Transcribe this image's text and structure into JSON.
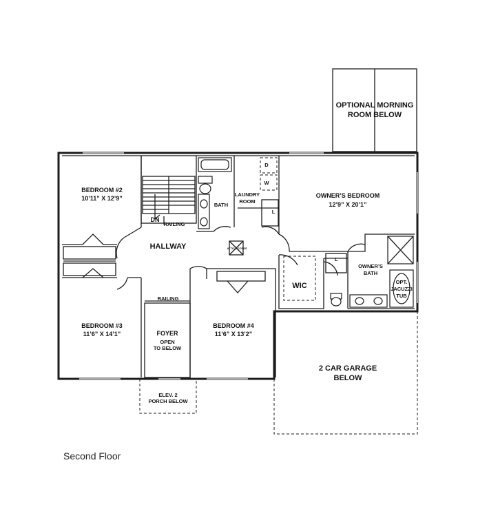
{
  "floor_title": "Second Floor",
  "rooms": {
    "bedroom2": {
      "name": "BEDROOM #2",
      "size": "10’11” X 12’9”"
    },
    "bedroom3": {
      "name": "BEDROOM #3",
      "size": "11’6” X 14’1”"
    },
    "bedroom4": {
      "name": "BEDROOM #4",
      "size": "11’6” X 13’2”"
    },
    "owners_bedroom": {
      "name": "OWNER’S BEDROOM",
      "size": "12’9” X 20’1”"
    },
    "hallway": "HALLWAY",
    "bath": "BATH",
    "laundry": [
      "LAUNDRY",
      "ROOM"
    ],
    "foyer": {
      "name": "FOYER",
      "note": [
        "OPEN",
        "TO BELOW"
      ]
    },
    "wic": "WIC",
    "owners_bath": [
      "OWNER’S",
      "BATH"
    ],
    "morning_room": [
      "OPTIONAL MORNING",
      "ROOM BELOW"
    ],
    "garage": [
      "2 CAR GARAGE",
      "BELOW"
    ],
    "porch": [
      "ELEV. 2",
      "PORCH BELOW"
    ],
    "jacuzzi": [
      "OPT.",
      "JACUZZI",
      "TUB"
    ]
  },
  "labels": {
    "dn": "DN",
    "railing_stair": "RAILING",
    "railing_foyer": "RAILING",
    "washer": "W",
    "dryer": "D",
    "linen_laundry": "L",
    "linen_bath": "L",
    "attic": "ATTIC ACCESS"
  }
}
